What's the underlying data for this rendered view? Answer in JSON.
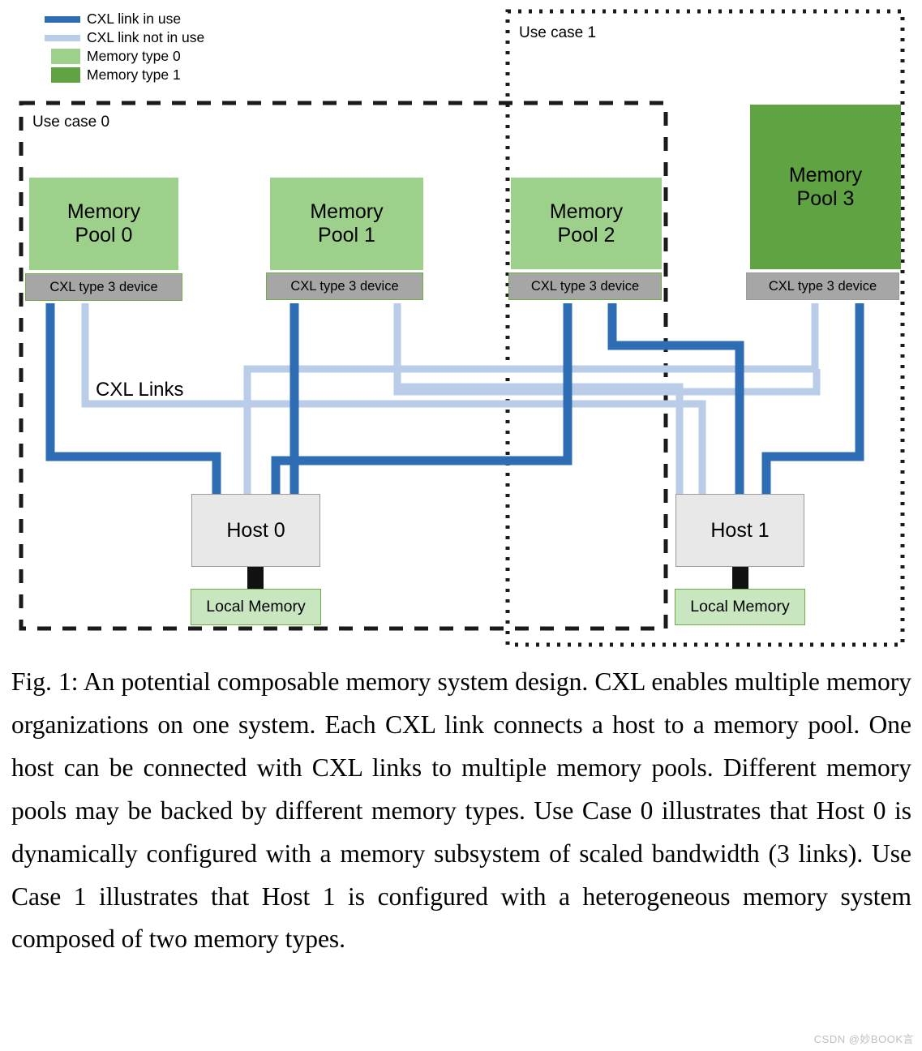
{
  "figure": {
    "legend": {
      "items": [
        {
          "label": "CXL link in use",
          "kind": "line",
          "color": "#2E6DB4"
        },
        {
          "label": "CXL link not in use",
          "kind": "line",
          "color": "#B9CDE9"
        },
        {
          "label": "Memory type 0",
          "kind": "box",
          "color": "#9DD18B"
        },
        {
          "label": "Memory type 1",
          "kind": "box",
          "color": "#5FA342"
        }
      ]
    },
    "use_cases": [
      {
        "name": "usecase-0",
        "label": "Use case 0",
        "border_style": "dashed"
      },
      {
        "name": "usecase-1",
        "label": "Use case 1",
        "border_style": "dotted"
      }
    ],
    "pools": [
      {
        "name": "memory-pool-0",
        "title_line1": "Memory",
        "title_line2": "Pool 0",
        "memory_type": "Memory type 0",
        "color": "#9DD18B",
        "device_label": "CXL type 3 device"
      },
      {
        "name": "memory-pool-1",
        "title_line1": "Memory",
        "title_line2": "Pool 1",
        "memory_type": "Memory type 0",
        "color": "#9DD18B",
        "device_label": "CXL type 3 device"
      },
      {
        "name": "memory-pool-2",
        "title_line1": "Memory",
        "title_line2": "Pool 2",
        "memory_type": "Memory type 0",
        "color": "#9DD18B",
        "device_label": "CXL type 3 device"
      },
      {
        "name": "memory-pool-3",
        "title_line1": "Memory",
        "title_line2": "Pool 3",
        "memory_type": "Memory type 1",
        "color": "#5FA342",
        "device_label": "CXL type 3 device"
      }
    ],
    "hosts": [
      {
        "name": "host-0",
        "label": "Host 0",
        "local_memory_label": "Local Memory"
      },
      {
        "name": "host-1",
        "label": "Host 1",
        "local_memory_label": "Local Memory"
      }
    ],
    "links_label": "CXL Links",
    "colors": {
      "link_in_use": "#2E6DB4",
      "link_not_in_use": "#B9CDE9",
      "memory_type_0": "#9DD18B",
      "memory_type_1": "#5FA342",
      "device_fill": "#A6A6A6",
      "device_border": "#70AD47",
      "host_fill": "#E8E8E8",
      "host_border": "#9A9A9A",
      "local_memory_fill": "#C8E6C0"
    }
  },
  "caption": {
    "text": "Fig. 1: An potential composable memory system design. CXL enables multiple memory organizations on one system. Each CXL link connects a host to a memory pool. One host can be connected with CXL links to multiple memory pools. Different memory pools may be backed by different memory types. Use Case 0 illustrates that Host 0 is dynamically configured with a memory subsystem of scaled bandwidth (3 links). Use Case 1 illustrates that Host 1 is configured with a heterogeneous memory system composed of two memory types."
  },
  "watermark": {
    "text": "CSDN @妙BOOK言"
  }
}
